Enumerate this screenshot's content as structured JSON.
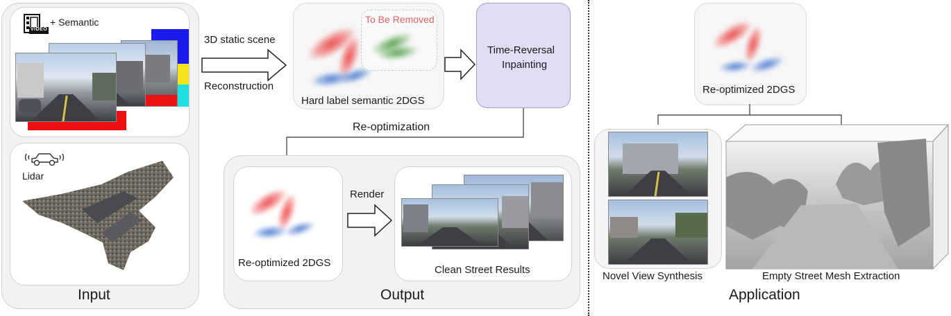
{
  "input": {
    "video_badge": "VIDEO",
    "semantic_label": "+ Semantic",
    "lidar_label": "Lidar",
    "section_title": "Input"
  },
  "pipeline": {
    "arrow1_top": "3D static scene",
    "arrow1_bottom": "Reconstruction",
    "hard_label_caption": "Hard label semantic 2DGS",
    "to_be_removed": "To Be Removed",
    "inpainting_line1": "Time-Reversal",
    "inpainting_line2": "Inpainting",
    "reoptimization": "Re-optimization"
  },
  "output": {
    "reopt_caption": "Re-optimized 2DGS",
    "render_label": "Render",
    "clean_caption": "Clean Street Results",
    "section_title": "Output"
  },
  "application": {
    "reopt_caption": "Re-optimized 2DGS",
    "nvs_caption": "Novel View Synthesis",
    "mesh_caption": "Empty Street Mesh Extraction",
    "section_title": "Application"
  },
  "colors": {
    "inpainting_fill": "#e3dcf5",
    "inpainting_border": "#a99bd6",
    "to_be_removed_text": "#e06262",
    "semantic_red": "#ee1111",
    "semantic_blue": "#1a1aee",
    "semantic_cyan": "#22dddd",
    "semantic_magenta": "#ee22ee",
    "semantic_yellow": "#f2e21a"
  },
  "icons": [
    "video-icon",
    "car-lidar-icon"
  ]
}
